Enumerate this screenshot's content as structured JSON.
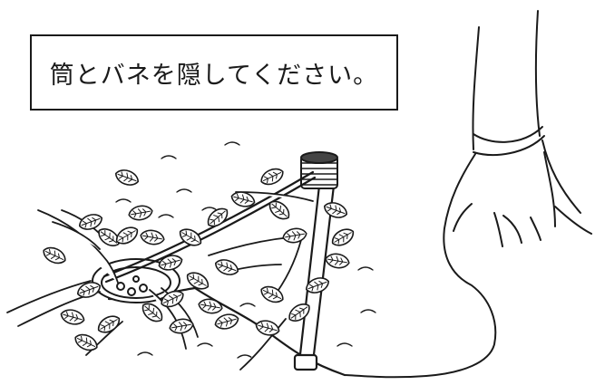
{
  "instruction": {
    "text": "筒とバネを隠してください。"
  },
  "colors": {
    "line": "#1a1a1a",
    "background": "#ffffff",
    "leaf_fill": "#ffffff"
  },
  "scene": {
    "subject": "spring-trap-hidden-under-leaves",
    "objects": [
      "tree-trunk",
      "spring-coil",
      "tube",
      "trap-plate",
      "cable",
      "leaves",
      "twigs",
      "ground-marks"
    ]
  }
}
